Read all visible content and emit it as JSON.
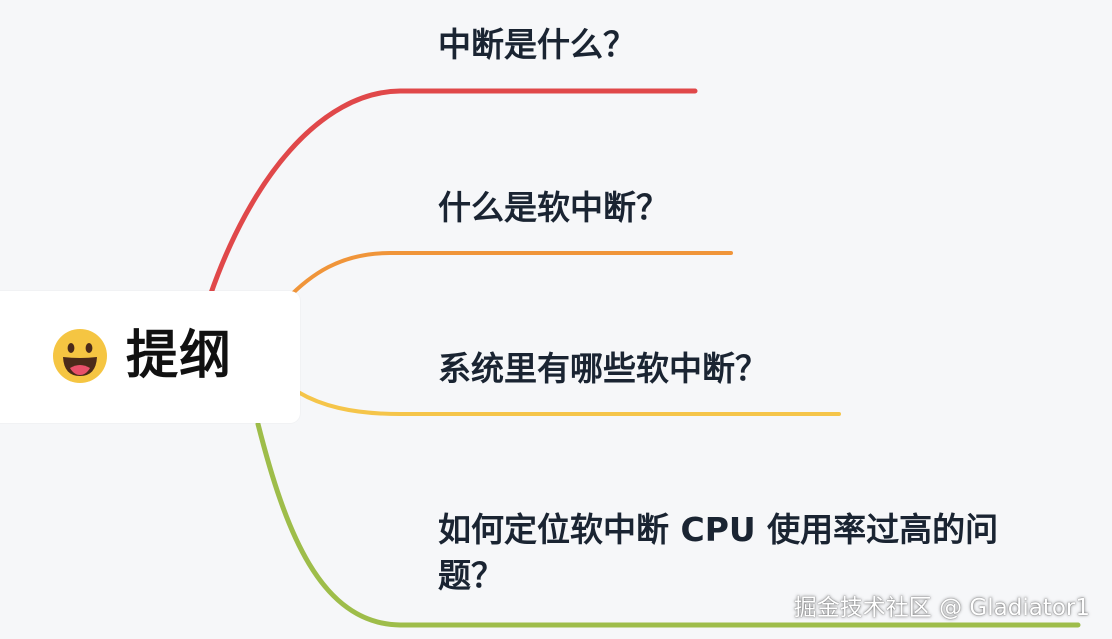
{
  "mindmap": {
    "root": {
      "label": "提纲",
      "icon": "grinning-face-icon"
    },
    "branches": [
      {
        "label": "中断是什么？",
        "color": "#e0484a"
      },
      {
        "label": "什么是软中断？",
        "color": "#f0953a"
      },
      {
        "label": "系统里有哪些软中断？",
        "color": "#f5c54a"
      },
      {
        "label": "如何定位软中断 CPU 使用率过高的问题？",
        "color": "#9ebd4a"
      }
    ]
  },
  "watermark": {
    "text": "掘金技术社区 @ Gladiator1"
  },
  "colors": {
    "background": "#f6f7f9",
    "emoji_face": "#f5c542",
    "emoji_mouth": "#4a2a1a",
    "emoji_tongue": "#e8506a"
  }
}
